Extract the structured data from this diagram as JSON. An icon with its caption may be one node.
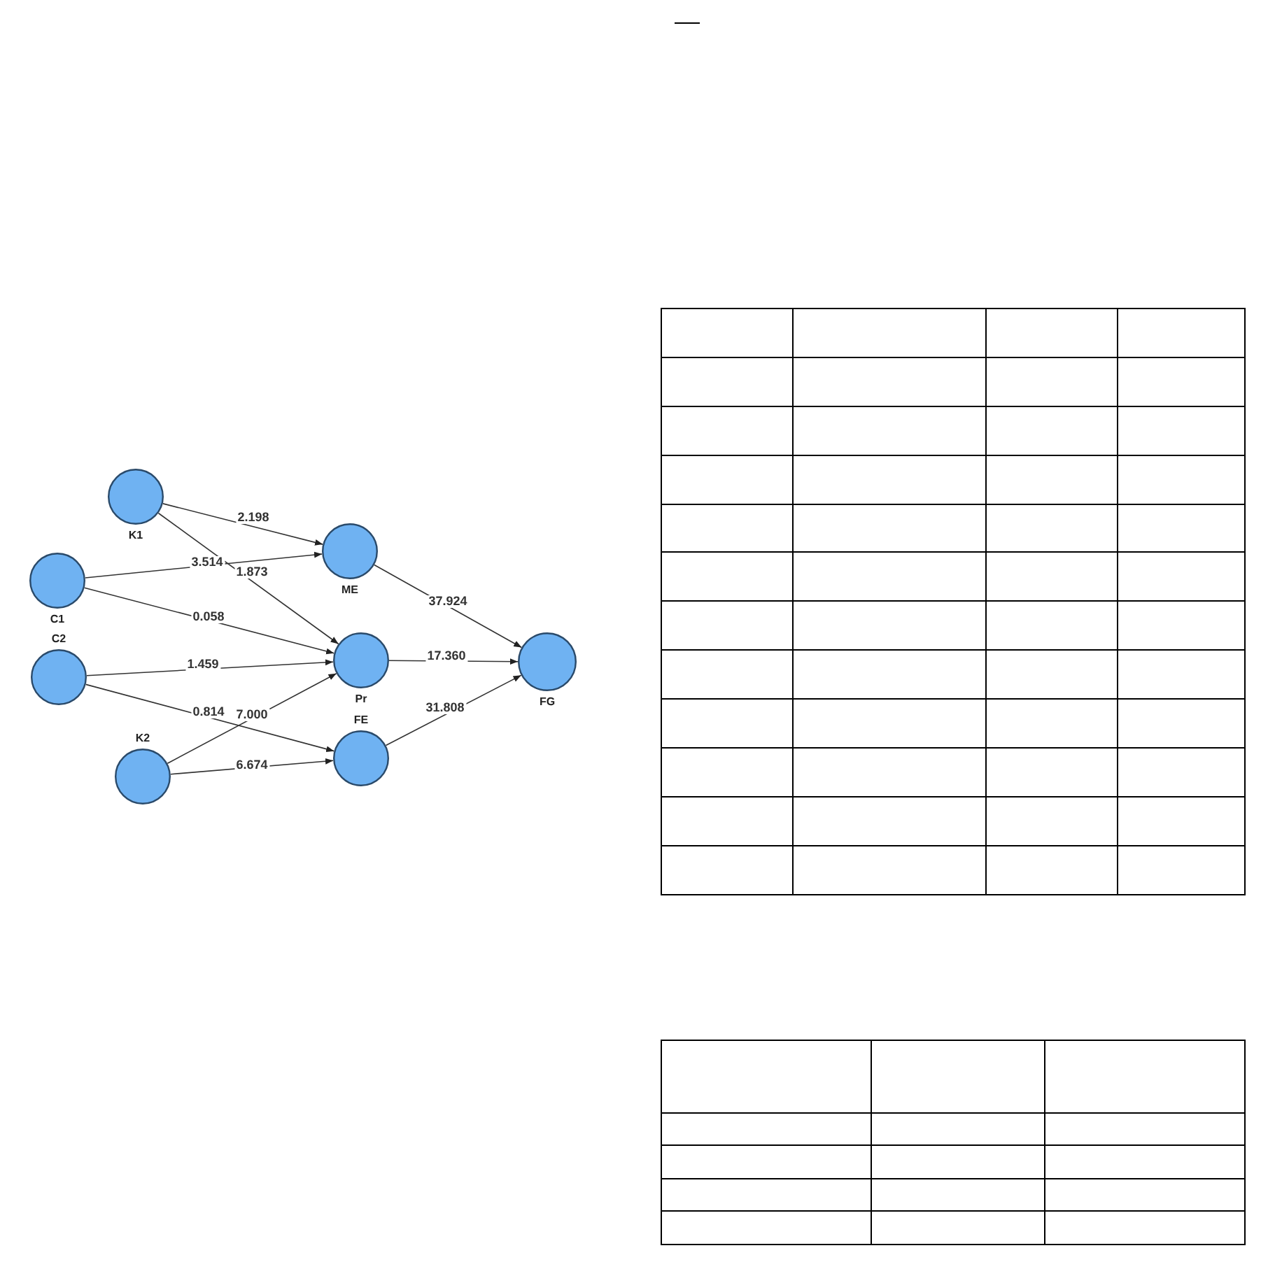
{
  "diagram": {
    "nodes": [
      {
        "text": [
          "K1"
        ]
      },
      {
        "text": [
          "C1"
        ]
      },
      {
        "text": [
          "C2"
        ]
      },
      {
        "text": [
          "K2"
        ]
      },
      {
        "text": [
          "ME"
        ]
      },
      {
        "text": [
          "Pr"
        ]
      },
      {
        "text": [
          "FE"
        ]
      },
      {
        "text": [
          "FG"
        ]
      }
    ],
    "edges": [
      {
        "from": 0,
        "to": 4,
        "arrow": "to",
        "label": "2.198"
      },
      {
        "from": 0,
        "to": 5,
        "arrow": "to",
        "label": "1.873"
      },
      {
        "from": 1,
        "to": 4,
        "arrow": "to",
        "label": "3.514"
      },
      {
        "from": 1,
        "to": 5,
        "arrow": "to",
        "label": "0.058"
      },
      {
        "from": 2,
        "to": 5,
        "arrow": "to",
        "label": "1.459"
      },
      {
        "from": 2,
        "to": 6,
        "arrow": "to",
        "label": "0.814"
      },
      {
        "from": 3,
        "to": 5,
        "arrow": "to",
        "label": "7.000"
      },
      {
        "from": 3,
        "to": 6,
        "arrow": "to",
        "label": "6.674"
      },
      {
        "from": 4,
        "to": 7,
        "arrow": "to",
        "label": "37.924"
      },
      {
        "from": 5,
        "to": 7,
        "arrow": "to",
        "label": "17.360"
      },
      {
        "from": 6,
        "to": 7,
        "arrow": "to",
        "label": "31.808"
      }
    ]
  }
}
